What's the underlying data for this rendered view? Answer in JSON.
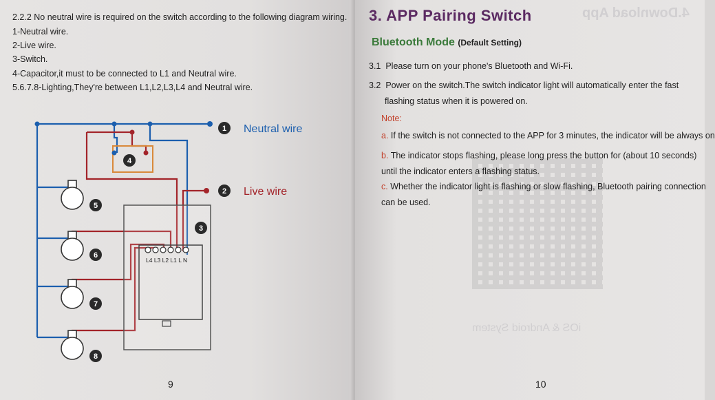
{
  "left_page": {
    "lines": [
      "2.2.2 No neutral wire is required on the switch according to the following diagram wiring.",
      "1-Neutral wire.",
      "2-Live wire.",
      "3-Switch.",
      "4-Capacitor,it must to be connected to L1 and Neutral wire.",
      "5.6.7.8-Lighting,They're between L1,L2,L3,L4 and Neutral wire."
    ],
    "diagram": {
      "neutral_label": "Neutral wire",
      "live_label": "Live wire",
      "markers": [
        "1",
        "2",
        "3",
        "4",
        "5",
        "6",
        "7",
        "8"
      ],
      "terminal_labels": "L4 L3 L2 L1 L N",
      "colors": {
        "neutral": "#1c5fae",
        "live": "#a3242a",
        "capacitor": "#d9893a",
        "marker": "#2a2a2a"
      }
    },
    "page_number": "9"
  },
  "right_page": {
    "title": "3. APP Pairing Switch",
    "subtitle": "Bluetooth Mode",
    "subtitle_note": "(Default Setting)",
    "step_3_1_num": "3.1",
    "step_3_1": "Please turn on your phone's Bluetooth and Wi-Fi.",
    "step_3_2_num": "3.2",
    "step_3_2_line1": "Power on the switch.The switch indicator light will automatically enter the fast",
    "step_3_2_line2": "flashing status when it is powered on.",
    "note_label": "Note:",
    "note_a_prefix": "a.",
    "note_a": "If the switch is not connected to the APP for 3 minutes, the indicator will be always on",
    "note_b_prefix": "b.",
    "note_b_line1": "The indicator stops flashing, please long press the button for  (about 10 seconds)",
    "note_b_line2": "until the indicator enters a flashing status.",
    "note_c_prefix": "c.",
    "note_c_line1": "Whether the indicator light is flashing or slow flashing, Bluetooth pairing connection",
    "note_c_line2": "can be used.",
    "page_number": "10",
    "colors": {
      "title": "#5b2a62",
      "subtitle": "#3a7a3a",
      "note": "#c2402a"
    }
  }
}
